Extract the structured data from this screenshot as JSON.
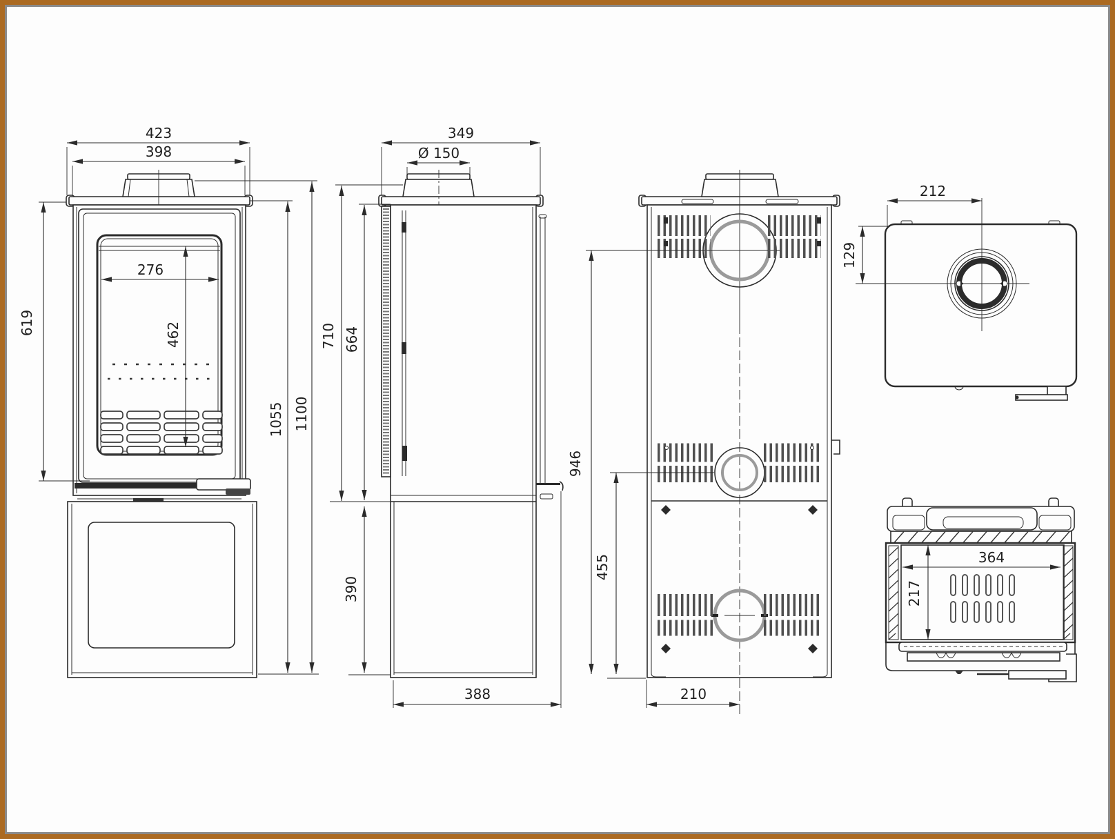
{
  "colors": {
    "frame": "#ab6a22",
    "inner_border": "#8a8a8a",
    "paper": "#fdfdfd",
    "line": "#2b2b2b",
    "secondary_line": "#9a9a9a"
  },
  "dims": {
    "front": {
      "overall_width": "423",
      "top_width": "398",
      "glass_width": "276",
      "glass_height": "462",
      "door_height": "619",
      "body_height": "1055",
      "total_height": "1100"
    },
    "side": {
      "top_depth": "349",
      "flue_diameter": "Ø 150",
      "upper_height": "710",
      "panel_height": "664",
      "base_height": "390",
      "base_depth": "388"
    },
    "back": {
      "flue_center_height": "946",
      "mid_outlet_height": "455",
      "flue_center_offset": "210"
    },
    "top": {
      "flue_center_from_back": "212",
      "flue_center_from_side": "129"
    },
    "bottom": {
      "grate_width": "364",
      "grate_depth": "217"
    }
  }
}
